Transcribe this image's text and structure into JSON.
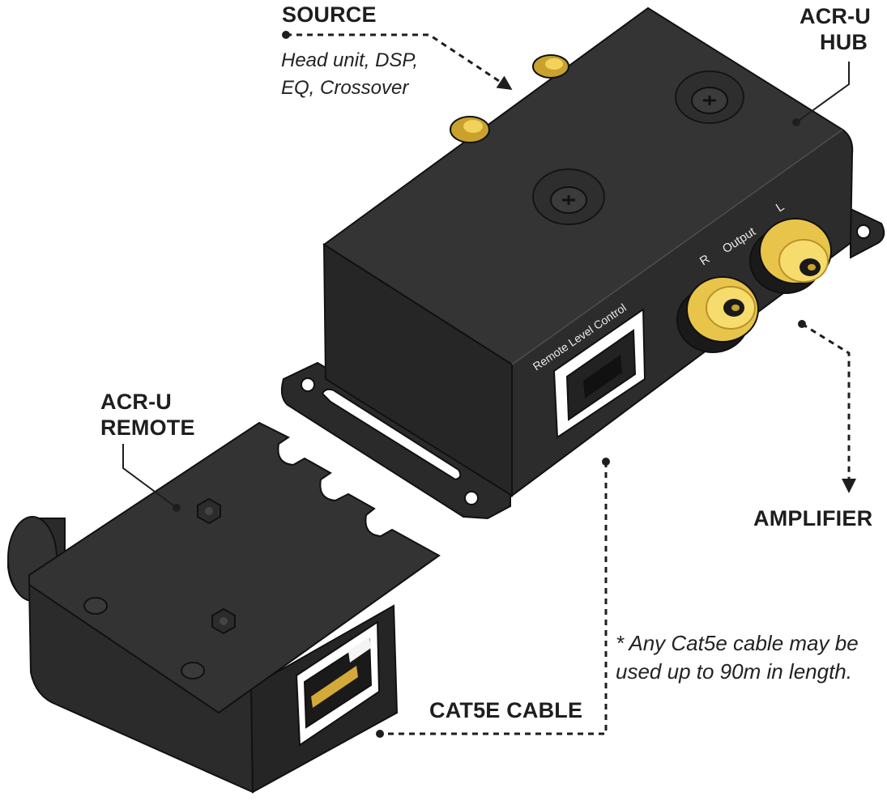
{
  "labels": {
    "source_title": "SOURCE",
    "source_sub_1": "Head unit, DSP,",
    "source_sub_2": "EQ, Crossover",
    "hub_line_1": "ACR-U",
    "hub_line_2": "HUB",
    "remote_line_1": "ACR-U",
    "remote_line_2": "REMOTE",
    "amplifier": "AMPLIFIER",
    "cable": "CAT5E CABLE",
    "note_line_1": "* Any Cat5e cable may be",
    "note_line_2": "used up to 90m in length."
  },
  "hub_markings": {
    "port_label": "Remote Level Control",
    "output_label": "Output",
    "right_channel": "R",
    "left_channel": "L"
  },
  "colors": {
    "device_body": "#2f2f2f",
    "device_dark": "#1c1c1c",
    "device_light": "#3d3d3d",
    "rca_gold": "#f2d25a",
    "rca_dark_gold": "#c9a22e",
    "callout_line": "#1e1e1e"
  }
}
